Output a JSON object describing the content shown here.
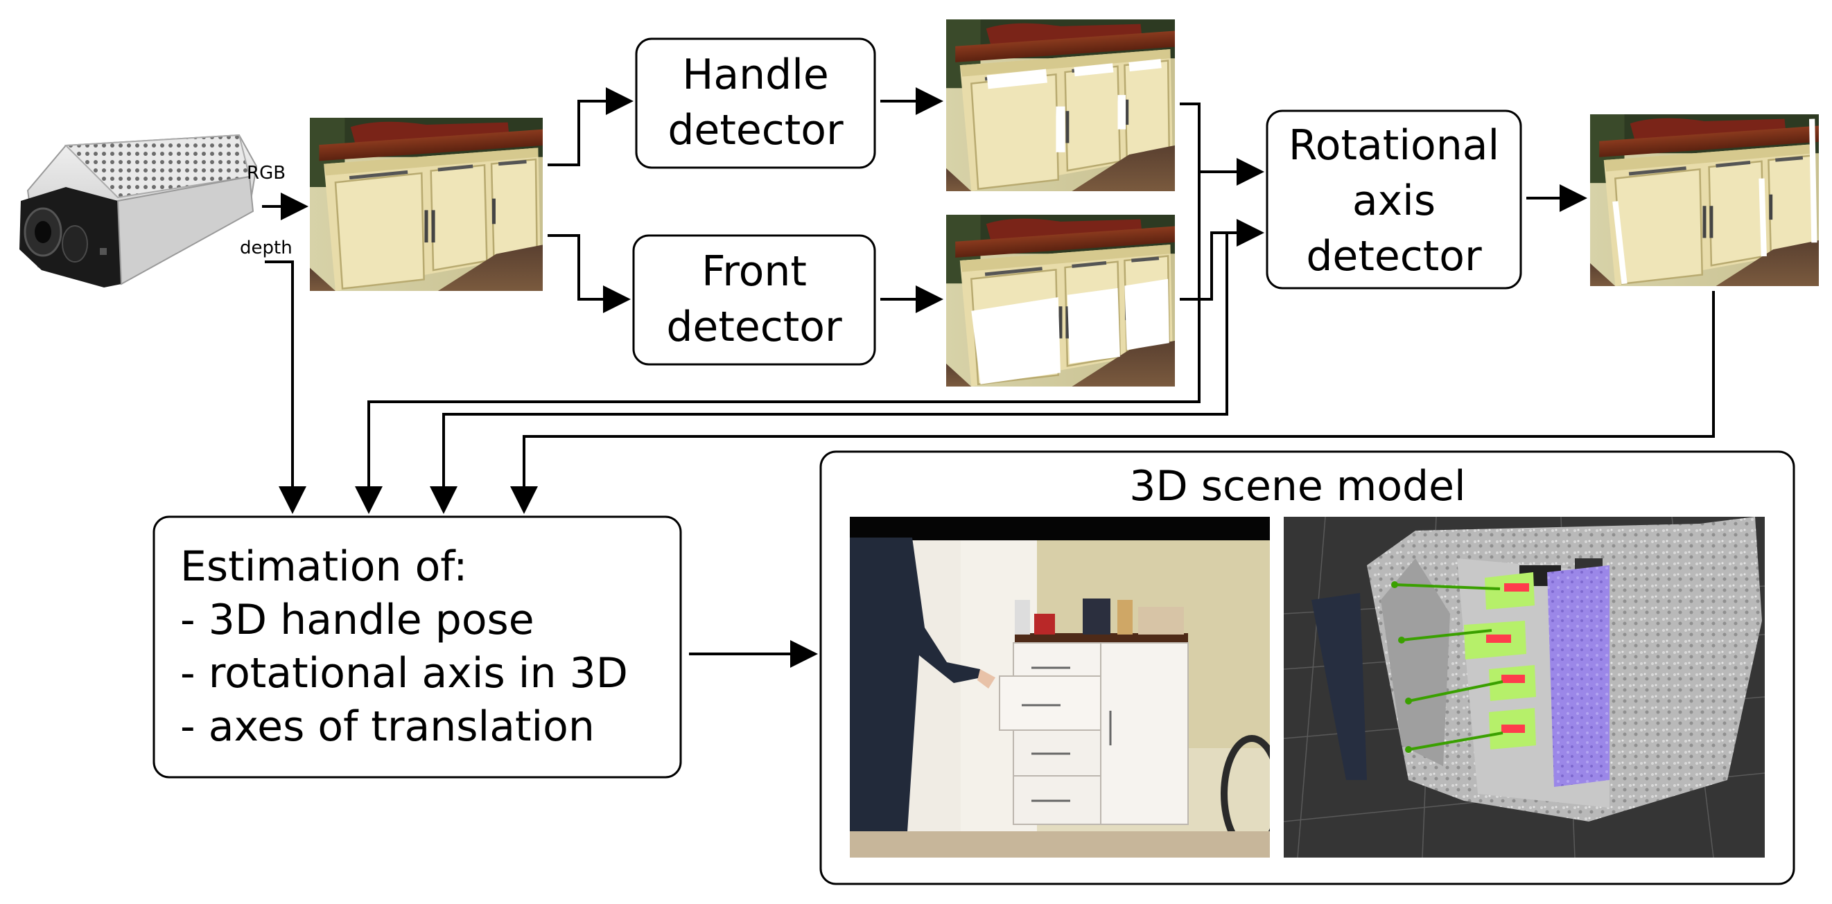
{
  "camera": {
    "rgb_label": "RGB",
    "depth_label": "depth"
  },
  "handle_detector": {
    "line1": "Handle",
    "line2": "detector"
  },
  "front_detector": {
    "line1": "Front",
    "line2": "detector"
  },
  "rotational_axis_detector": {
    "line1": "Rotational",
    "line2": "axis",
    "line3": "detector"
  },
  "estimation": {
    "title": "Estimation of:",
    "items": [
      "- 3D handle pose",
      "- rotational axis in 3D",
      "- axes of translation"
    ]
  },
  "scene_model": {
    "title": "3D scene model"
  },
  "colors": {
    "line": "#000000",
    "handle_mask": "#ffffff",
    "front_mask": "#ffffff",
    "axis_line": "#ffffff",
    "drawer_highlight": "#b6f06a",
    "door_highlight": "#9b87e8",
    "handle_marker": "#ff3c4c",
    "axis_arrow": "#3aa000"
  }
}
